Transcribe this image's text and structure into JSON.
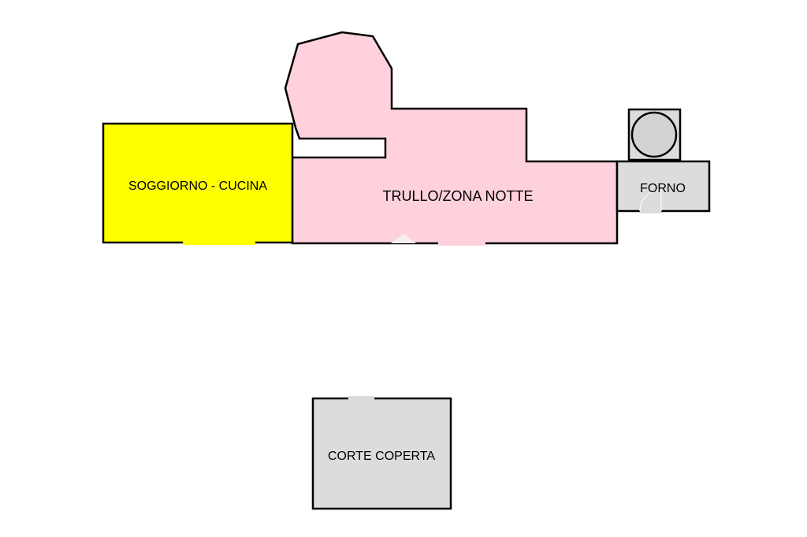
{
  "rooms": {
    "soggiorno": {
      "label": "SOGGIORNO - CUCINA",
      "color": "#ffff00"
    },
    "trullo": {
      "label": "TRULLO/ZONA NOTTE",
      "color": "#ffd1dc"
    },
    "forno": {
      "label": "FORNO",
      "color": "#dcdcdc"
    },
    "corte": {
      "label": "CORTE COPERTA",
      "color": "#dcdcdc"
    }
  },
  "colors": {
    "wall": "#000000",
    "background": "#ffffff",
    "oven_circle": "#d3d3d3"
  }
}
